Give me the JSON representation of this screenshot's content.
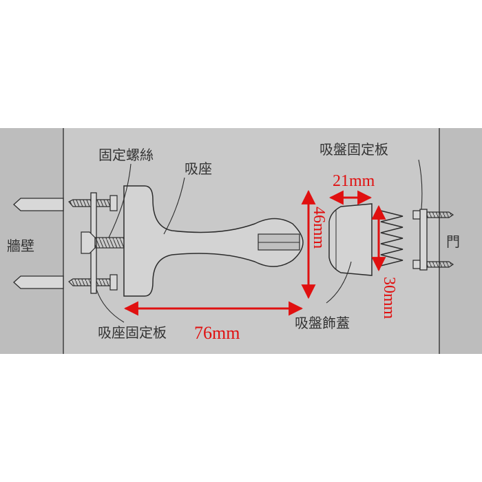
{
  "labels": {
    "wall": "牆壁",
    "door": "門",
    "fixing_screw": "固定螺絲",
    "suction_seat": "吸座",
    "seat_plate": "吸座固定板",
    "suction_cover": "吸盤飾蓋",
    "cup_plate": "吸盤固定板"
  },
  "dimensions": {
    "length": "76mm",
    "height": "46mm",
    "cup_width": "21mm",
    "cup_height": "30mm"
  },
  "colors": {
    "background": "#ffffff",
    "panel": "#c9c9c9",
    "outline": "#2b2b2b",
    "dimension": "#e01010",
    "text": "#333333"
  }
}
